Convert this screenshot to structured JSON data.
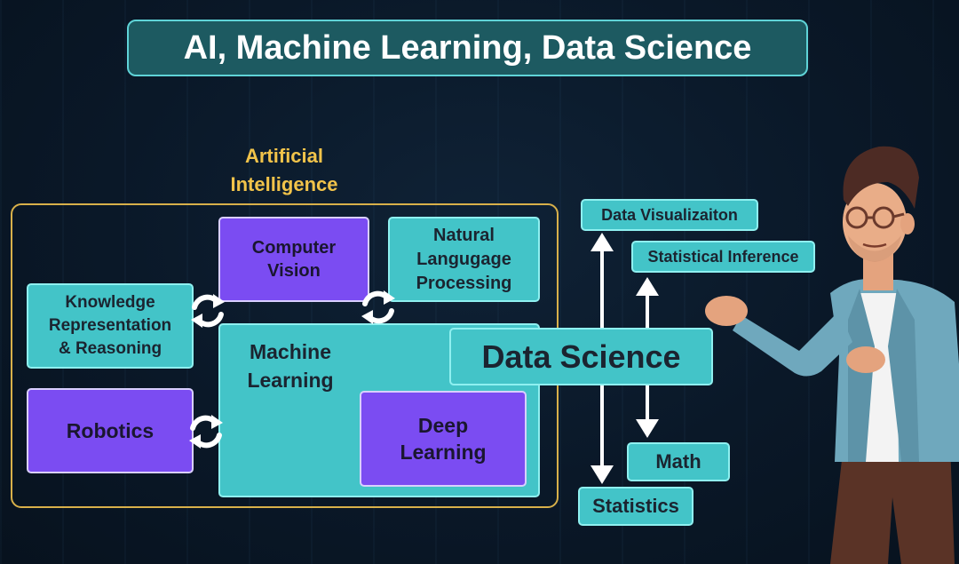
{
  "title": "AI, Machine Learning, Data Science",
  "ai": {
    "label_line1": "Artificial",
    "label_line2": "Intelligence"
  },
  "boxes": {
    "computer_vision": [
      "Computer",
      "Vision"
    ],
    "nlp": [
      "Natural",
      "Langugage",
      "Processing"
    ],
    "krr": [
      "Knowledge",
      "Representation",
      "& Reasoning"
    ],
    "robotics": "Robotics",
    "machine_learning": [
      "Machine",
      "Learning"
    ],
    "deep_learning": [
      "Deep",
      "Learning"
    ]
  },
  "data_science": {
    "label": "Data Science",
    "items": {
      "data_visualization": "Data Visualizaiton",
      "statistical_inference": "Statistical Inference",
      "math": "Math",
      "statistics": "Statistics"
    }
  },
  "colors": {
    "teal": "#43c4c8",
    "purple": "#7b4cf2",
    "gold": "#d8b04a",
    "background": "#0a1828"
  },
  "icons": [
    "refresh-cycle-icon",
    "double-arrow-icon",
    "presenter-character"
  ]
}
